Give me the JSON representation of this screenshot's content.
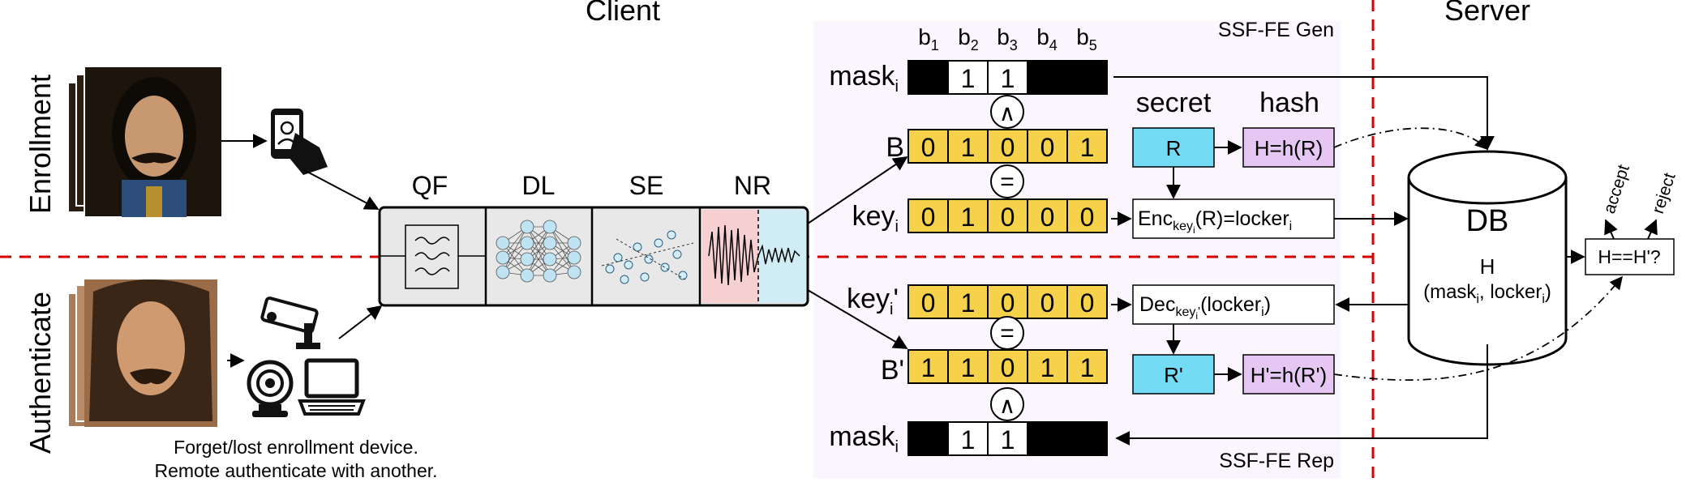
{
  "sections": {
    "client": "Client",
    "server": "Server",
    "enrollment": "Enrollment",
    "authenticate": "Authenticate"
  },
  "gen_label": "SSF-FE Gen",
  "rep_label": "SSF-FE Rep",
  "caption": {
    "line1": "Forget/lost enrollment device.",
    "line2": "Remote authenticate with another."
  },
  "pipeline": {
    "stages": [
      {
        "label": "QF",
        "icon": "filter-icon"
      },
      {
        "label": "DL",
        "icon": "neural-net-icon"
      },
      {
        "label": "SE",
        "icon": "scatter-icon"
      },
      {
        "label": "NR",
        "icon": "noise-signal-icon"
      }
    ]
  },
  "bit_headers": {
    "b1": {
      "base": "b",
      "sub": "1"
    },
    "b2": {
      "base": "b",
      "sub": "2"
    },
    "b3": {
      "base": "b",
      "sub": "3"
    },
    "b4": {
      "base": "b",
      "sub": "4"
    },
    "b5": {
      "base": "b",
      "sub": "5"
    }
  },
  "rows": {
    "mask_top": {
      "base": "mask",
      "sub": "i",
      "bits": [
        "",
        "1",
        "1",
        "",
        ""
      ]
    },
    "B": {
      "label": "B",
      "bits": [
        "0",
        "1",
        "0",
        "0",
        "1"
      ]
    },
    "key": {
      "base": "key",
      "sub": "i",
      "bits": [
        "0",
        "1",
        "0",
        "0",
        "0"
      ]
    },
    "key_prime": {
      "base": "key",
      "sub": "i",
      "sup": "'",
      "bits": [
        "0",
        "1",
        "0",
        "0",
        "0"
      ]
    },
    "B_prime": {
      "label": "B'",
      "bits": [
        "1",
        "1",
        "0",
        "1",
        "1"
      ]
    },
    "mask_bottom": {
      "base": "mask",
      "sub": "i",
      "bits": [
        "",
        "1",
        "1",
        "",
        ""
      ]
    }
  },
  "operators": {
    "and": "∧",
    "eq": "="
  },
  "headings": {
    "secret": "secret",
    "hash": "hash"
  },
  "boxes": {
    "R": "R",
    "H": "H=h(R)",
    "enc": {
      "pre": "Enc",
      "sub1": "key",
      "sub2": "i",
      "post": "(R)=locker",
      "post_sub": "i"
    },
    "dec": {
      "pre": "Dec",
      "sub1": "key",
      "sub2": "i",
      "sub3": "'",
      "post": "(locker",
      "post_sub": "i",
      "post_end": ")"
    },
    "R_prime": "R'",
    "H_prime": "H'=h(R')",
    "compare": "H==H'?"
  },
  "db": {
    "title": "DB",
    "h": "H",
    "fields": {
      "open": "(mask",
      "sub1": "i",
      "mid": ", locker",
      "sub2": "i",
      "close": ")"
    }
  },
  "outcomes": {
    "accept": "accept",
    "reject": "reject"
  },
  "colors": {
    "bit_fill": "#f6d24a",
    "secret_fill": "#74dbf5",
    "hash_fill": "#e6c6f2",
    "panel_fill": "#fbf6fd",
    "divider": "#d40000",
    "pipeline_fill": "#e8e8e8"
  },
  "icons": [
    "phone-hand-icon",
    "cctv-camera-icon",
    "webcam-icon",
    "laptop-icon",
    "face-photo-icon"
  ]
}
